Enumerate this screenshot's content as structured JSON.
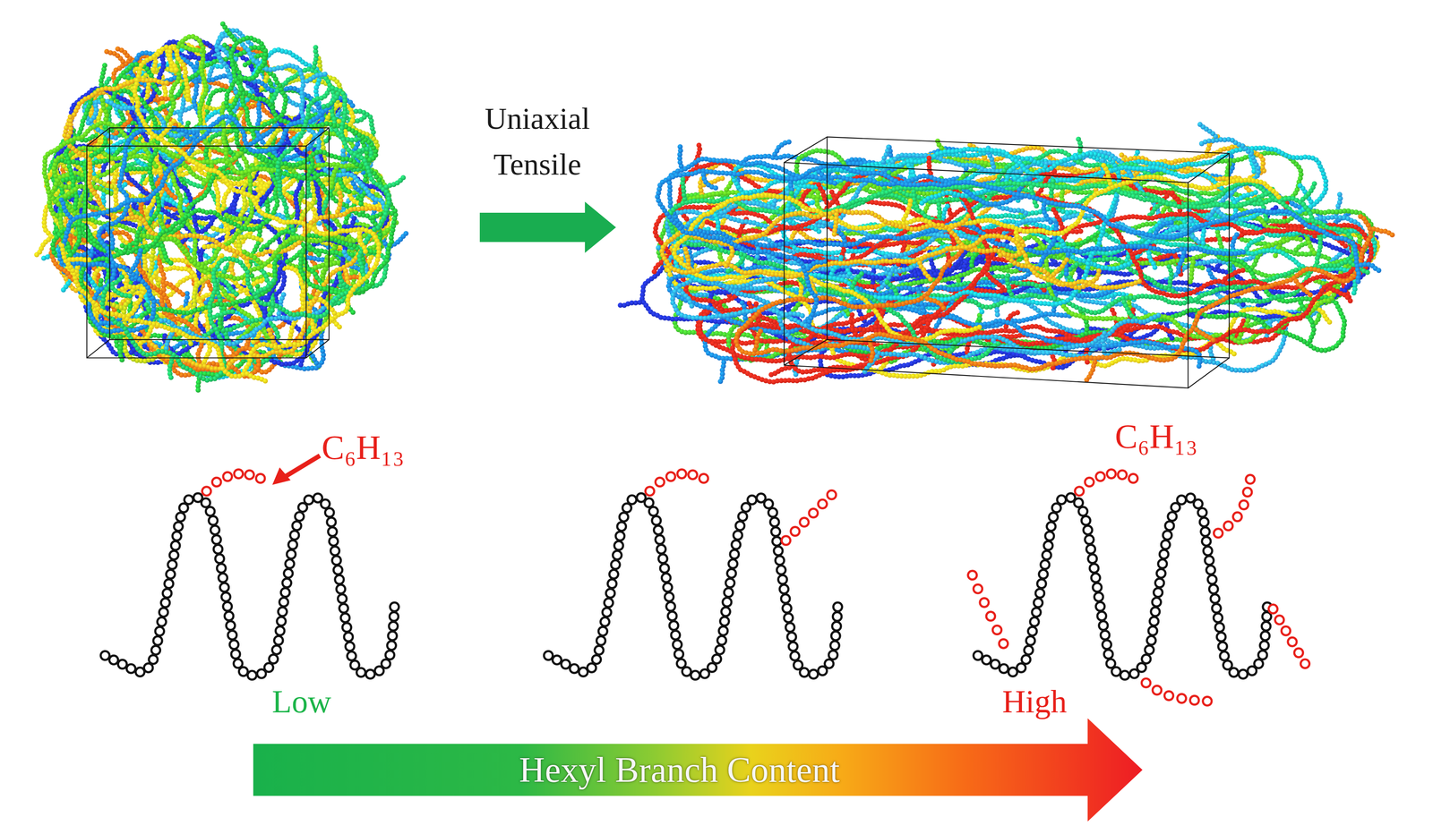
{
  "diagram": {
    "nodes": [
      {
        "text": [
          "Hexyl Branch Content"
        ]
      }
    ],
    "labels": [
      "Uniaxial Tensile",
      "C₆H₁₃",
      "C₆H₁₃",
      "Low",
      "High"
    ]
  }
}
